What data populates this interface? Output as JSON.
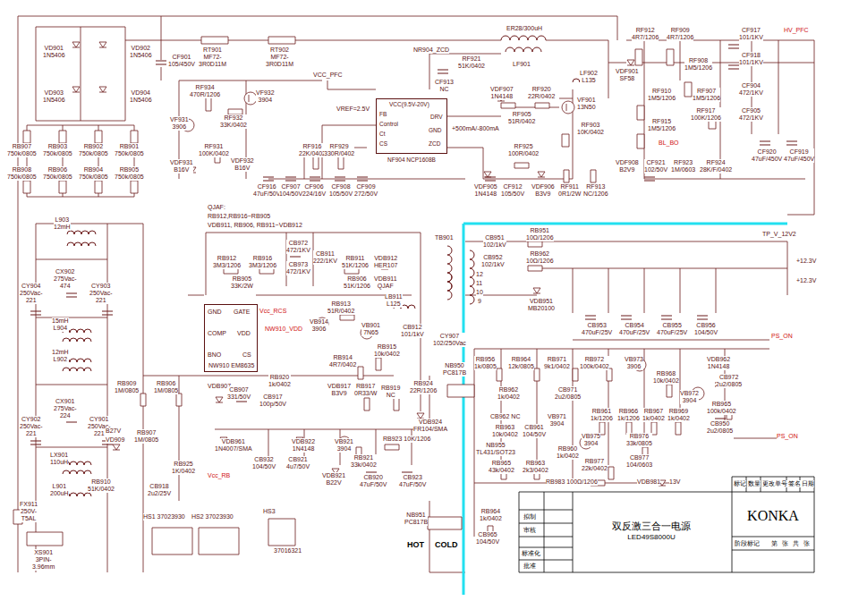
{
  "diagram": {
    "nodes": [
      {
        "text": [
          "VCC(9.5V-20V)",
          "FB",
          "Control",
          "Ct",
          "CS",
          "DRV",
          "GND",
          "ZCD",
          "NF904 NCP1608B"
        ]
      },
      {
        "text": [
          "GND",
          "GATE",
          "COMP",
          "VDD",
          "BNO",
          "CS",
          "NW910 EM8635"
        ]
      },
      {
        "text": [
          "双反激三合一电源",
          "LED49S8000U"
        ]
      },
      {
        "text": [
          "KONKA"
        ]
      }
    ],
    "labels": [
      "VD901 1N5406",
      "VD902 1N5406",
      "VD903 1N5406",
      "VD904 1N5406",
      "CF901 105/450V",
      "RT901 MF72-3R0D11M",
      "RT902 MF72-3R0D11M",
      "VCC_PFC",
      "NR904_ZCD",
      "CF913 NC",
      "RF921 51K/0402",
      "ER28/300uH",
      "LF901",
      "LF902 L135",
      "VDF901 SF58",
      "RF912 4R7/1206",
      "RF909 4R7/1206",
      "CF917 101/1KV",
      "CF918 101/1KV",
      "HV_PFC",
      "VDF907 1N4148",
      "RF920 22R/0402",
      "RF905 51R/0402",
      "VF901 13N50",
      "RF903 10K/0402",
      "RF908 1M5/1206",
      "RF910 1M5/1206",
      "RF907 1M5/1206",
      "CF904 472/1KV",
      "RF917 100K/1206",
      "CF905 472/1KV",
      "RF915 1M5/1206",
      "BL_BO",
      "CF920 47uF/450V",
      "CF919 47uF/450V",
      "VDF908 B2V9",
      "CF921 102/50V",
      "RF923 1M/0603",
      "RF924 28K/F/0402",
      "VREF=2.5V",
      "+500mA/-800mA",
      "RF916 22K/0402",
      "RF929 330R/0402",
      "CF908 105/50V",
      "CF909 272/50V",
      "RF925 100R/0402",
      "VDF905 1N4148",
      "CF912 105/50V",
      "VDF906 B3V9",
      "RF911 0R1/2W",
      "RF913 NC/1206",
      "RF934 470R/1206",
      "VF932 3904",
      "RF932 33K/0402",
      "VF931 3906",
      "RF931 100K/0402",
      "VDF931 B16V",
      "VDF932 B16V",
      "CF916 47uF/50V",
      "CF907 104/50V",
      "CF906 224/16V",
      "RB907 750k/0805",
      "RB903 750k/0805",
      "RB902 750k/0805",
      "RB901 750k/0805",
      "RB908 750k/0805",
      "RB906 750k/0805",
      "RB904 750k/0805",
      "RB905 750k/0805",
      "L903 12mH",
      "CX902 275Vac-474",
      "CY904 250Vac-221",
      "CY903 250Vac-221",
      "15mH L904",
      "12mH L902",
      "CX901 275Vac-224",
      "CY902 250Vac-221",
      "CY901 250Vac-221",
      "LX901 110uH",
      "L901 200uH",
      "FX911 250V-T5AL",
      "XS901 3PIN-3.96mm",
      "RB909 1M/0805",
      "RB906 1M/0805",
      "B27V",
      "VD909",
      "RB907 1M/0805",
      "RB910 51K/0402",
      "RB925 1K/0402",
      "CB918 2u2/25V",
      "Vcc_RB",
      "QJAF:",
      "RB912,RB916~RB905",
      "VDB911, RB906, RB911~VDB912",
      "RB912 3M3/1206",
      "RB916 3M3/1206",
      "RB905 33K/2W",
      "CB972 472/1KV",
      "CB973 472/1KV",
      "CB911 222/1KV",
      "RB911 51K/1206",
      "RB906 51K/1206",
      "VDB912 HER107",
      "VDB911 QJAF",
      "Vcc_RCS",
      "NW910_VDD",
      "RB913 51R/0402",
      "VB914 3906",
      "VB901 7N65",
      "LB911 L125",
      "CB912 101/1kV",
      "RB914 4R7/0402",
      "RB915 10k/0402",
      "VDB917 B3V9",
      "RB917 0R33/W",
      "RB919 NC",
      "VDB907",
      "CB907 331/50V",
      "RB920 1k/0402",
      "CB917 100p/50V",
      "RB924 22R/1206",
      "NB950 PC817B",
      "VDB924 FR104/SMA",
      "CY907 102/250Vac",
      "VDB961 1N4007/SMA",
      "CB932 104/50V",
      "VDB922 1N4148",
      "CB921 4u7/50V",
      "VB921 3904",
      "RB923 10K/1206",
      "RB921 33k/0402",
      "VDB921 B22V",
      "CB920 47uF/50V",
      "CB923 47uF/50V",
      "HS1 37023930",
      "HS2 37023930",
      "HS3",
      "37016321",
      "TB901",
      "CB951 102/1kV",
      "RB951 10Ω/1206",
      "RB962 10Ω/1206",
      "CB952 102/1kV",
      "12",
      "11",
      "10",
      "9",
      "VDB951 MB20100",
      "TP_V_12V2",
      "+12.3V",
      "+12.3V",
      "CB953 470uF/25V",
      "CB954 470uF/25V",
      "CB955 470uF/25V",
      "CB956 104/50V",
      "PS_ON",
      "RB956 1k/0805",
      "RB964 12k/0805",
      "RB971 9k1/0402",
      "RB972 100k/0402",
      "VB973 3906",
      "RB968 10k/0402",
      "VDB962 1N4148",
      "RB962 1k/0402",
      "CB971 2u2/0805",
      "VB972 3904",
      "CB972 2u2/0805",
      "CB962 NC",
      "RB963 10k/0402",
      "CB961 104/50V",
      "VB971 3904",
      "RB961 1k/1206",
      "RB966 1k/1206",
      "RB967 1k/0402",
      "RB969 1k/0402",
      "RB965 100k/0402",
      "CB950 2u2/0805",
      "PS_ON",
      "NB955 TL431/SOT23",
      "RB965 43k/0402",
      "RB963 2k3/0402",
      "RB960 1k/0402",
      "VB975 3904",
      "RB977 22k/0402",
      "RB976 33k/0805",
      "CB977 104/0603",
      "RB983 100Ω/1206",
      "VDB981",
      "13V",
      "NB951 PC817B",
      "RB964 1k/0402",
      "CB965 104/50V",
      "HOT",
      "COLD",
      "标记",
      "数量",
      "更改单号",
      "签名",
      "日期",
      "拟制",
      "审核",
      "标准化",
      "批准",
      "阶段标记",
      "第",
      "张",
      "共",
      "张"
    ]
  }
}
